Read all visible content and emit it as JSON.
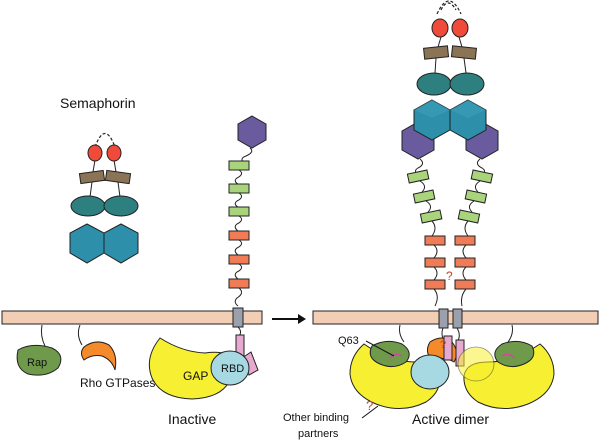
{
  "labels": {
    "semaphorin": "Semaphorin",
    "rap": "Rap",
    "rho_gtpases": "Rho GTPases",
    "gap": "GAP",
    "rbd": "RBD",
    "inactive": "Inactive",
    "active_dimer": "Active dimer",
    "q63": "Q63",
    "other_binding_line1": "Other binding",
    "other_binding_line2": "partners",
    "question_mark": "?"
  },
  "colors": {
    "membrane": "#f2cfb4",
    "red_domain": "#ef4a3a",
    "brown_domain": "#8b7355",
    "teal_domain": "#2e7f7f",
    "blue_domain": "#2e8faa",
    "purple_domain": "#6a5a9e",
    "light_green_domain": "#a9d47c",
    "orange_domain": "#ef7c56",
    "tm_segment": "#9aa1ad",
    "rap_green": "#6f9a4c",
    "rho_orange": "#f58a2a",
    "gap_yellow": "#f7f032",
    "rbd_cyan": "#a7d9e3",
    "pink_helix": "#e7a9cf",
    "question_red": "#d33a2a"
  },
  "icons": [
    "arrow-right-icon",
    "question-mark-icon"
  ]
}
